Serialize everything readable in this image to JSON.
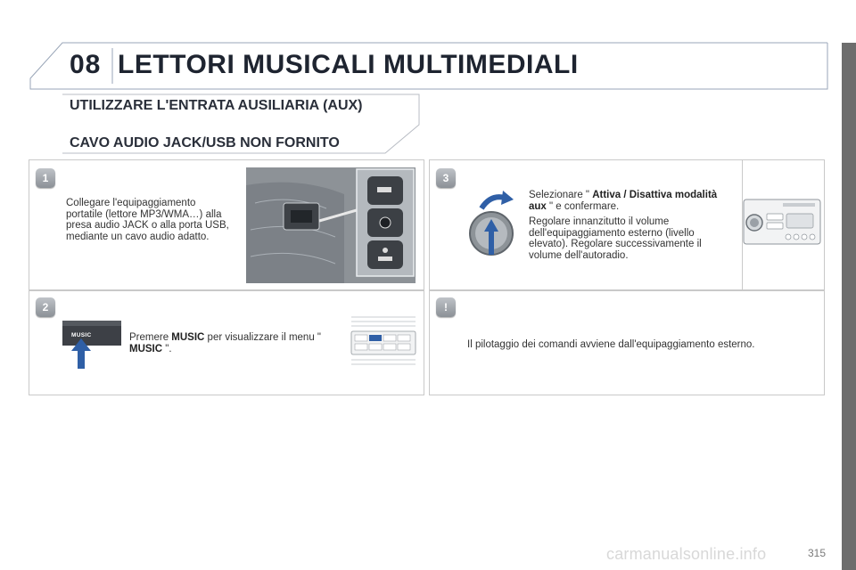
{
  "header": {
    "chapter_number": "08",
    "title": "LETTORI MUSICALI MULTIMEDIALI"
  },
  "section": {
    "title": "UTILIZZARE L'ENTRATA AUSILIARIA (AUX)",
    "subtitle": "CAVO AUDIO JACK/USB NON FORNITO"
  },
  "steps": [
    {
      "badge": "1",
      "text": "Collegare l'equipaggiamento portatile (lettore MP3/WMA…) alla presa audio JACK o alla porta USB, mediante un cavo audio adatto."
    },
    {
      "badge": "2",
      "text_before": "Premere ",
      "bold1": "MUSIC",
      "text_middle": " per visualizzare il menu \" ",
      "bold2": "MUSIC",
      "text_after": " \".",
      "button_label": "MUSIC"
    },
    {
      "badge": "3",
      "text1_before": "Selezionare \" ",
      "text1_bold": "Attiva / Disattiva modalità aux",
      "text1_after": " \" e confermare.",
      "text2": "Regolare innanzitutto il volume dell'equipaggiamento esterno (livello elevato). Regolare successivamente il volume dell'autoradio."
    },
    {
      "badge": "!",
      "text": "Il pilotaggio dei comandi avviene dall'equipaggiamento esterno."
    }
  ],
  "page_number": "315",
  "watermark": "carmanualsonline.info",
  "colors": {
    "accent_blue": "#2f5fa6",
    "title_dark": "#1e2430",
    "side_bar": "#6d6d6d"
  }
}
